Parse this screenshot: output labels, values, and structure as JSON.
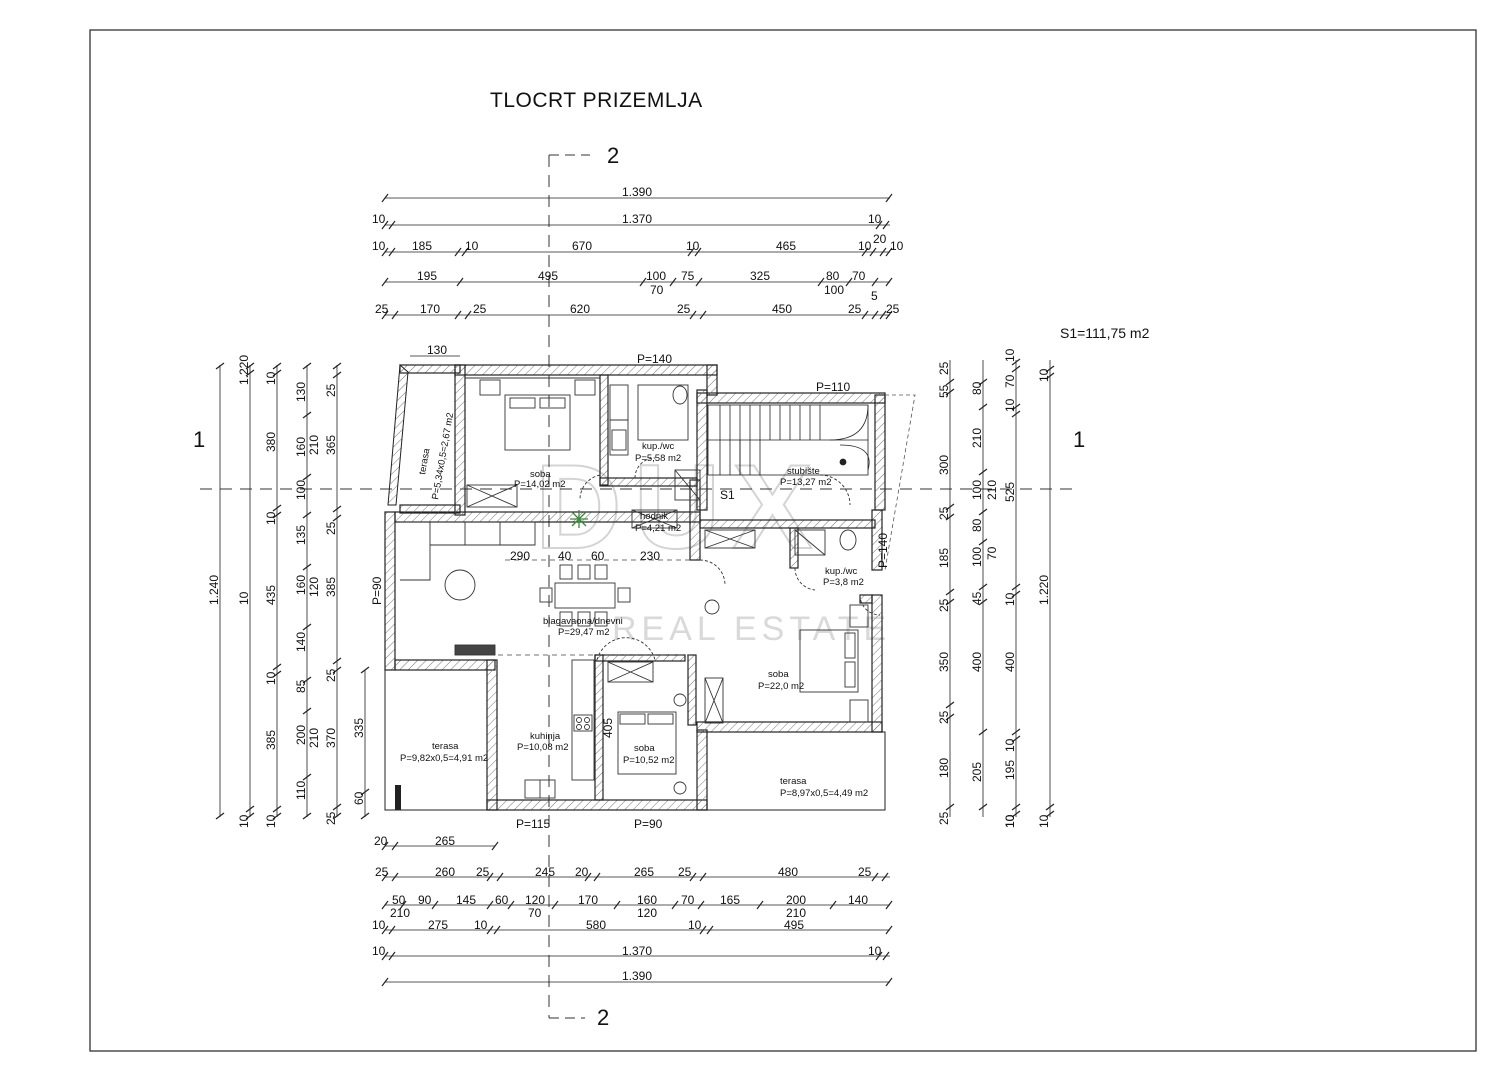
{
  "title": "TLOCRT PRIZEMLJA",
  "total_area": "S1=111,75 m2",
  "section_marks": {
    "vertical": "2",
    "horizontal": "1",
    "stair_label": "S1"
  },
  "watermark": {
    "brand": "DUX",
    "sub": "REAL ESTATE"
  },
  "top_dims": {
    "r1": {
      "c1": "1.390"
    },
    "r2": {
      "c1": "10",
      "c2": "1.370",
      "c3": "10"
    },
    "r3": {
      "c1": "10",
      "c2": "185",
      "c3": "10",
      "c4": "670",
      "c5": "10",
      "c6": "465",
      "c7": "10",
      "c8": "20",
      "c9": "10"
    },
    "r4": {
      "c1": "195",
      "c2": "495",
      "c3": "100",
      "c4": "70",
      "c5": "75",
      "c6": "325",
      "c7": "80",
      "c8": "100",
      "c9": "70",
      "c10": "5"
    },
    "r5": {
      "c1": "25",
      "c2": "170",
      "c3": "25",
      "c4": "620",
      "c5": "25",
      "c6": "450",
      "c7": "25",
      "c8": "25"
    }
  },
  "bottom_dims": {
    "r1": {
      "c1": "20",
      "c2": "265"
    },
    "r2": {
      "c1": "25",
      "c2": "260",
      "c3": "25",
      "c4": "245",
      "c5": "20",
      "c6": "265",
      "c7": "25",
      "c8": "480",
      "c9": "25"
    },
    "r3": {
      "c1": "50",
      "c2": "90",
      "c3": "210",
      "c4": "145",
      "c5": "60",
      "c6": "120",
      "c7": "70",
      "c8": "170",
      "c9": "160",
      "c10": "120",
      "c11": "70",
      "c12": "165",
      "c13": "200",
      "c14": "210",
      "c15": "140"
    },
    "r4": {
      "c1": "10",
      "c2": "275",
      "c3": "10",
      "c4": "580",
      "c5": "10",
      "c6": "495"
    },
    "r5": {
      "c1": "10",
      "c2": "1.370",
      "c3": "10"
    },
    "r6": {
      "c1": "1.390"
    }
  },
  "left_dims": {
    "l1": {
      "a": "1.240"
    },
    "l2": {
      "a": "10",
      "b": "1.220",
      "c": "10"
    },
    "l3": {
      "a": "10",
      "b": "380",
      "c": "10",
      "d": "435",
      "e": "10",
      "f": "385",
      "g": "10"
    },
    "l4": {
      "a": "130",
      "b": "160",
      "c": "100",
      "d": "135",
      "e": "160",
      "f": "140",
      "g": "85",
      "h": "200",
      "i": "110"
    },
    "l5": {
      "a": "210",
      "b": "120",
      "c": "210"
    },
    "l6": {
      "a": "25",
      "b": "365",
      "c": "25",
      "d": "385",
      "e": "25",
      "f": "370",
      "g": "25"
    },
    "l7": {
      "a": "335",
      "b": "60"
    }
  },
  "right_dims": {
    "r1": {
      "a": "25",
      "b": "300",
      "c": "25",
      "d": "185",
      "e": "25",
      "f": "350",
      "g": "25",
      "h": "180",
      "i": "25"
    },
    "r2": {
      "a": "55",
      "b": "210",
      "c": "100",
      "d": "80",
      "e": "100",
      "f": "45",
      "g": "400",
      "h": "205"
    },
    "r3": {
      "a": "10",
      "b": "80",
      "c": "70",
      "d": "210",
      "e": "70",
      "f": "10",
      "g": "400",
      "h": "10",
      "i": "195",
      "j": "10"
    },
    "r4": {
      "a": "10",
      "b": "10",
      "c": "525",
      "d": "10",
      "e": "1.220",
      "f": "10"
    }
  },
  "rooms": {
    "terasa_nw": {
      "name": "terasa",
      "area": "P=5,34x0,5=2,67 m2"
    },
    "soba_nw": {
      "name": "soba",
      "area": "P=14,02 m2"
    },
    "kupaonica_n": {
      "name": "kup./wc",
      "area": "P=5,58 m2"
    },
    "stubiste": {
      "name": "stubište",
      "area": "P=13,27 m2"
    },
    "hodnik": {
      "name": "hodnik",
      "area": "P=4,21 m2"
    },
    "dnevni": {
      "name": "blagavaona/dnevni",
      "area": "P=29,47 m2"
    },
    "kupaonica_e": {
      "name": "kup./wc",
      "area": "P=3,8 m2"
    },
    "soba_e": {
      "name": "soba",
      "area": "P=22,0 m2"
    },
    "kuhinja": {
      "name": "kuhinja",
      "area": "P=10,08 m2"
    },
    "soba_s": {
      "name": "soba",
      "area": "P=10,52 m2"
    },
    "terasa_sw": {
      "name": "terasa",
      "area": "P=9,82x0,5=4,91 m2"
    },
    "terasa_se": {
      "name": "terasa",
      "area": "P=8,97x0,5=4,49 m2"
    }
  },
  "openings": {
    "w_top_nw": "130",
    "p_top": "P=140",
    "p_stair": "P=110",
    "p_left": "P=90",
    "p_east": "P=140",
    "p_bottom_kitchen": "P=115",
    "p_bottom_room": "P=90",
    "kitchen_wall": "405"
  },
  "interior_dims": {
    "a": "290",
    "b": "40",
    "c": "60",
    "d": "230"
  }
}
